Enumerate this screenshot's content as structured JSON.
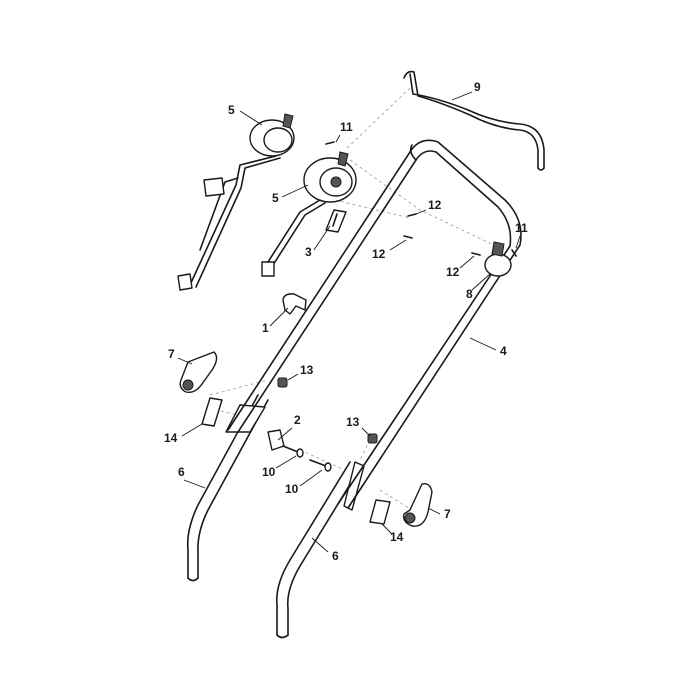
{
  "diagram": {
    "callouts": [
      {
        "id": "c1",
        "number": "1"
      },
      {
        "id": "c2",
        "number": "2"
      },
      {
        "id": "c3",
        "number": "3"
      },
      {
        "id": "c4",
        "number": "4"
      },
      {
        "id": "c5a",
        "number": "5"
      },
      {
        "id": "c5b",
        "number": "5"
      },
      {
        "id": "c6a",
        "number": "6"
      },
      {
        "id": "c6b",
        "number": "6"
      },
      {
        "id": "c7a",
        "number": "7"
      },
      {
        "id": "c7b",
        "number": "7"
      },
      {
        "id": "c8",
        "number": "8"
      },
      {
        "id": "c9",
        "number": "9"
      },
      {
        "id": "c10a",
        "number": "10"
      },
      {
        "id": "c10b",
        "number": "10"
      },
      {
        "id": "c11a",
        "number": "11"
      },
      {
        "id": "c11b",
        "number": "11"
      },
      {
        "id": "c12a",
        "number": "12"
      },
      {
        "id": "c12b",
        "number": "12"
      },
      {
        "id": "c12c",
        "number": "12"
      },
      {
        "id": "c13a",
        "number": "13"
      },
      {
        "id": "c13b",
        "number": "13"
      },
      {
        "id": "c14a",
        "number": "14"
      },
      {
        "id": "c14b",
        "number": "14"
      }
    ]
  }
}
